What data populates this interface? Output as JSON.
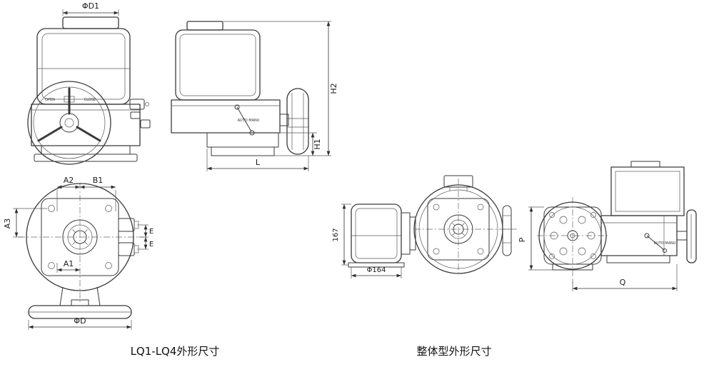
{
  "drawing": {
    "captions": {
      "lq": "LQ1-LQ4外形尺寸",
      "integral": "整体型外形尺寸"
    },
    "lq_views": {
      "phi_d1": "ΦD1",
      "h2": "H2",
      "h1": "H1",
      "l": "L",
      "a2": "A2",
      "b1": "B1",
      "a3": "A3",
      "a1": "A1",
      "e_upper": "E",
      "e_lower": "E",
      "phi_d": "ΦD",
      "open": "OPEN",
      "close": "CLOSE",
      "auto_manu": "AUTO MANU"
    },
    "integral_views": {
      "height": "167",
      "phi_164": "Φ164",
      "p": "P",
      "q": "Q",
      "auto_manu": "AUTO MANU"
    }
  }
}
